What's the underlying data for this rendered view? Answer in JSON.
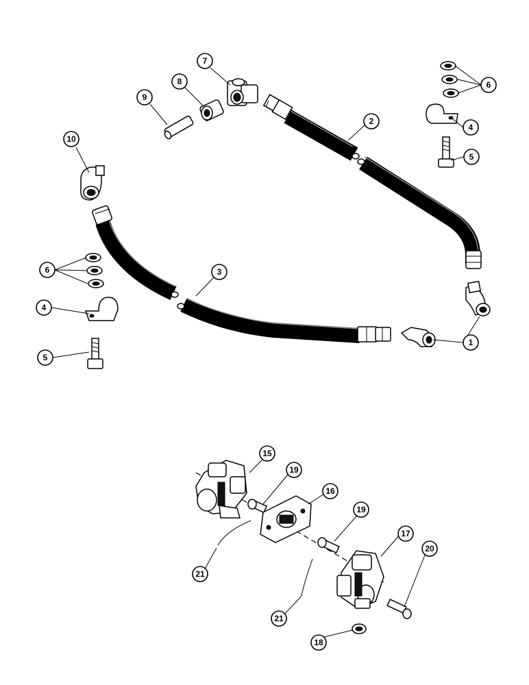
{
  "callouts": [
    {
      "id": "c1",
      "label": "1"
    },
    {
      "id": "c2",
      "label": "2"
    },
    {
      "id": "c3",
      "label": "3"
    },
    {
      "id": "c4a",
      "label": "4"
    },
    {
      "id": "c4b",
      "label": "4"
    },
    {
      "id": "c5a",
      "label": "5"
    },
    {
      "id": "c5b",
      "label": "5"
    },
    {
      "id": "c6a",
      "label": "6"
    },
    {
      "id": "c6b",
      "label": "6"
    },
    {
      "id": "c7",
      "label": "7"
    },
    {
      "id": "c8",
      "label": "8"
    },
    {
      "id": "c9",
      "label": "9"
    },
    {
      "id": "c10",
      "label": "10"
    },
    {
      "id": "c15",
      "label": "15"
    },
    {
      "id": "c16",
      "label": "16"
    },
    {
      "id": "c17",
      "label": "17"
    },
    {
      "id": "c18",
      "label": "18"
    },
    {
      "id": "c19a",
      "label": "19"
    },
    {
      "id": "c19b",
      "label": "19"
    },
    {
      "id": "c20",
      "label": "20"
    },
    {
      "id": "c21a",
      "label": "21"
    },
    {
      "id": "c21b",
      "label": "21"
    }
  ]
}
